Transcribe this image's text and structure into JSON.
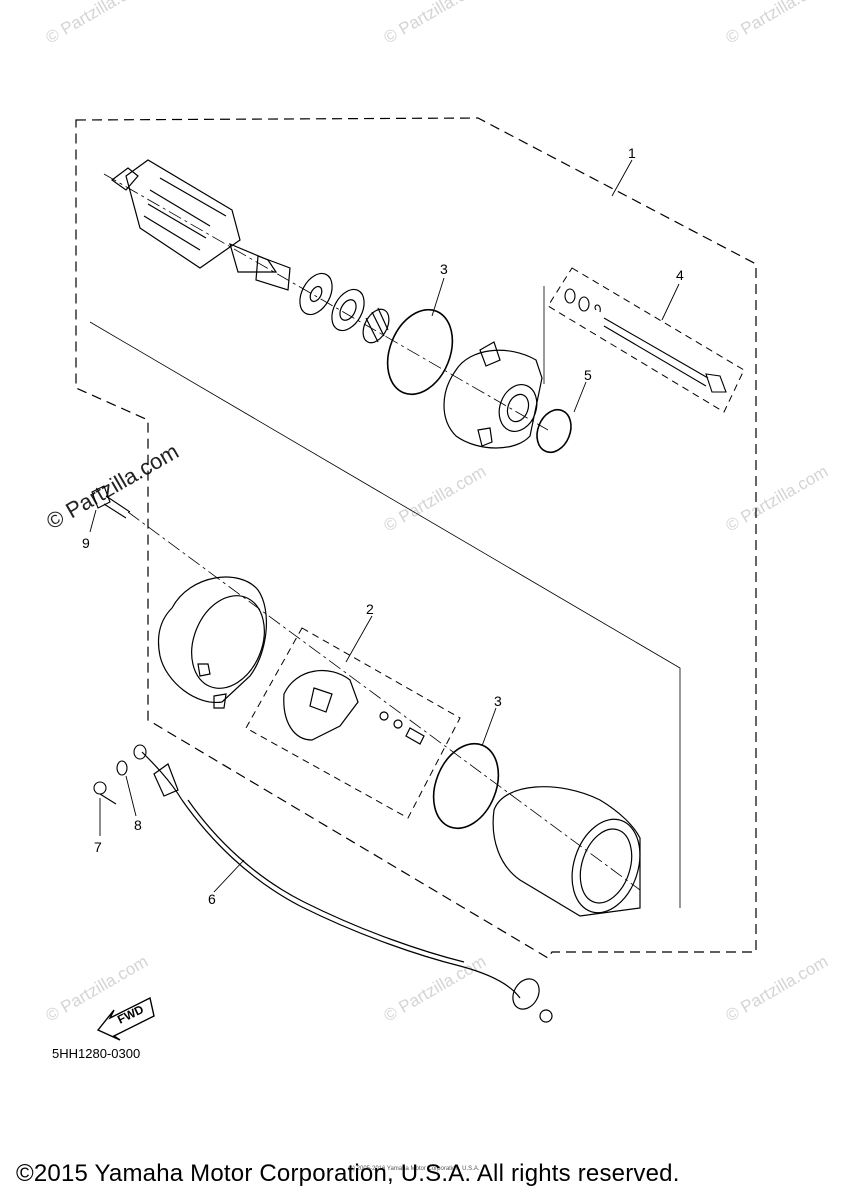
{
  "watermark": {
    "text": "© Partzilla.com"
  },
  "diagram_code": "5HH1280-0300",
  "tiny_notice": "(c) 2005-2016 Yamaha Motor Corporation, U.S.A.",
  "copyright": "©2015 Yamaha Motor Corporation, U.S.A. All rights reserved.",
  "fwd_label": "FWD",
  "callouts": {
    "c1": "1",
    "c2": "2",
    "c3a": "3",
    "c3b": "3",
    "c4": "4",
    "c5": "5",
    "c6": "6",
    "c7": "7",
    "c8": "8",
    "c9": "9"
  }
}
